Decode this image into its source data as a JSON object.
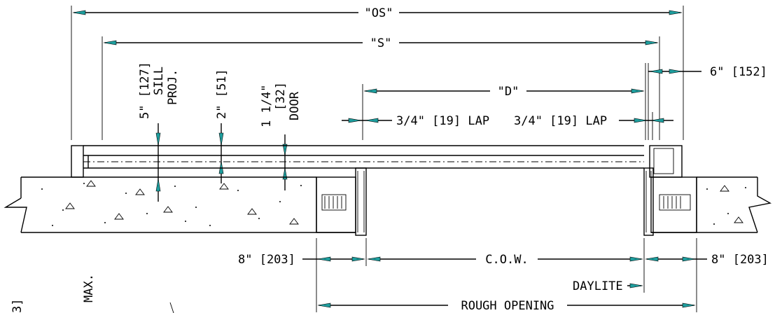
{
  "labels": {
    "os": "\"OS\"",
    "s": "\"S\"",
    "d": "\"D\"",
    "six": "6\" [152]",
    "lap_left": "3/4\" [19] LAP",
    "lap_right": "3/4\" [19] LAP",
    "sill_dim": "5\" [127]",
    "sill_word": "SILL",
    "sill_proj": "PROJ.",
    "two": "2\" [51]",
    "door_frac": "1 1/4\"",
    "door_mm": "[32]",
    "door_word": "DOOR",
    "eight_left": "8\" [203]",
    "cow": "C.O.W.",
    "eight_right": "8\" [203]",
    "daylite": "DAYLITE",
    "rough": "ROUGH OPENING",
    "max": "MAX.",
    "cut": "3]"
  },
  "colors": {
    "arrow": "#1e9e9e",
    "line": "#000000"
  }
}
